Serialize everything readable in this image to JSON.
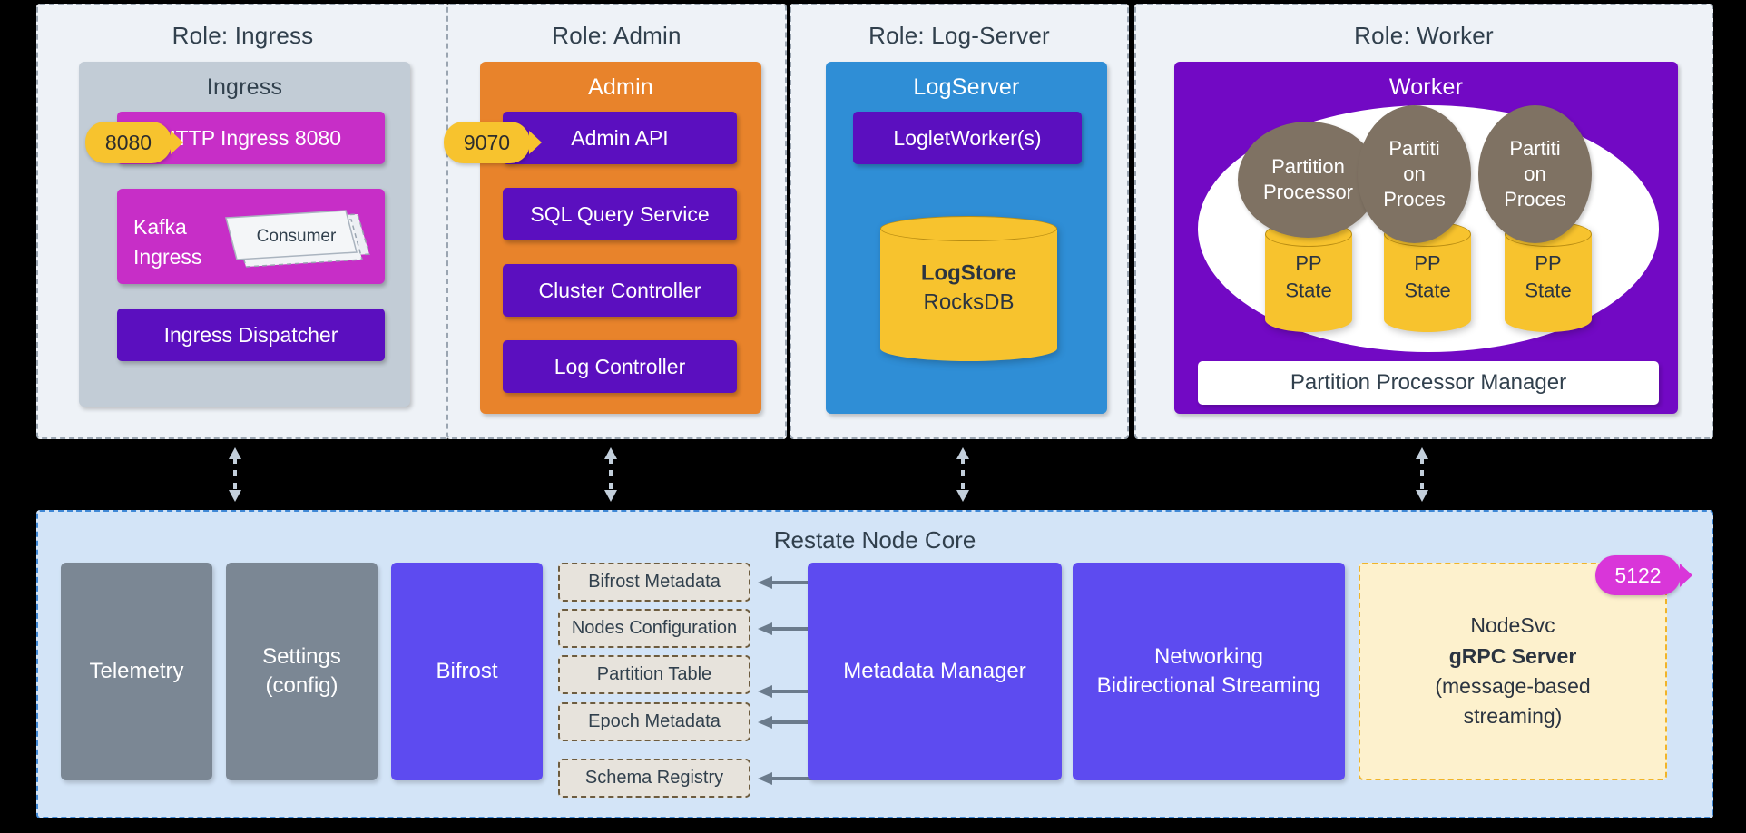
{
  "roles": [
    {
      "title": "Role: Ingress",
      "service": "Ingress",
      "port": "8080",
      "items": [
        {
          "label": "HTTP Ingress 8080"
        },
        {
          "label": "Kafka Ingress",
          "badge": "Consumer"
        },
        {
          "label": "Ingress Dispatcher"
        }
      ]
    },
    {
      "title": "Role: Admin",
      "service": "Admin",
      "port": "9070",
      "items": [
        {
          "label": "Admin API"
        },
        {
          "label": "SQL Query Service"
        },
        {
          "label": "Cluster Controller"
        },
        {
          "label": "Log Controller"
        }
      ]
    },
    {
      "title": "Role: Log-Server",
      "service": "LogServer",
      "items": [
        {
          "label": "LogletWorker(s)"
        }
      ],
      "store": {
        "title": "LogStore",
        "subtitle": "RocksDB"
      }
    },
    {
      "title": "Role: Worker",
      "service": "Worker",
      "processors": [
        {
          "label": "Partition\nProcessor",
          "state": "PP\nState"
        },
        {
          "label": "Partiti\non\nProces",
          "state": "PP\nState"
        },
        {
          "label": "Partiti\non\nProces",
          "state": "PP\nState"
        }
      ],
      "manager": "Partition Processor Manager"
    }
  ],
  "core": {
    "title": "Restate Node Core",
    "blocks": [
      {
        "label": "Telemetry",
        "color": "gray"
      },
      {
        "label": "Settings\n(config)",
        "color": "gray"
      },
      {
        "label": "Bifrost",
        "color": "indigo"
      },
      {
        "label": "Metadata Manager",
        "color": "indigo"
      },
      {
        "label": "Networking\nBidirectional Streaming",
        "color": "indigo"
      }
    ],
    "metadata": [
      "Bifrost Metadata",
      "Nodes Configuration",
      "Partition Table",
      "Epoch Metadata",
      "Schema Registry"
    ],
    "nodesvc": {
      "line1": "NodeSvc",
      "line2": "gRPC Server",
      "line3": "(message-based",
      "line4": "streaming)",
      "port": "5122"
    }
  },
  "colors": {
    "ingress": "#c2ccd6",
    "admin": "#e8832b",
    "logserver": "#2f8ed6",
    "worker": "#7209c4",
    "magenta": "#c72ec7",
    "purple": "#7209c4",
    "deep_purple": "#5b0fbf",
    "yellow": "#f7c32e",
    "core_bg": "#d3e4f7",
    "core_border": "#3f88d6",
    "gray_block": "#7b8794",
    "indigo_block": "#5d4bf0",
    "meta_box": "#e7e3dc",
    "nodesvc_bg": "#fdf1cd",
    "nodesvc_border": "#f0b429",
    "pp_ellipse": "#7f7263",
    "panel_bg": "#eef2f7",
    "panel_border": "#9aa5b1",
    "text_dark": "#31404d",
    "background": "#000000"
  }
}
